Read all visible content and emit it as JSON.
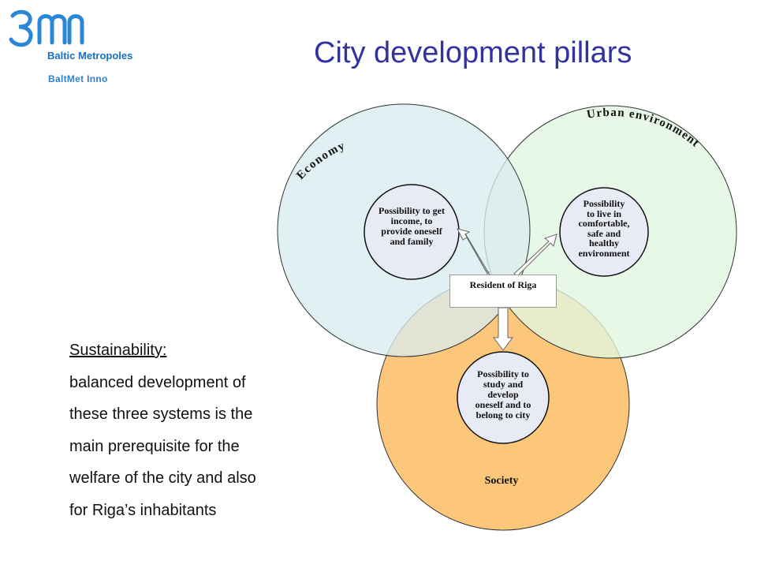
{
  "logo": {
    "brand_name": "Baltic Metropoles",
    "subtitle": "BaltMet Inno"
  },
  "title": "City development pillars",
  "side_text": {
    "heading": "Sustainability:",
    "lines": [
      "balanced development of",
      "these three systems is the",
      "main prerequisite for the",
      "welfare of the city and also",
      "for Riga’s inhabitants"
    ]
  },
  "diagram": {
    "pillars": [
      {
        "label": "Economy",
        "color": "#d8ecee",
        "node_lines": [
          "Possibility to get",
          "income, to",
          "provide oneself",
          "and family"
        ]
      },
      {
        "label": "Urban environment",
        "color": "#e0f6e0",
        "node_lines": [
          "Possibility",
          "to live in",
          "comfortable,",
          "safe and",
          "healthy",
          "environment"
        ]
      },
      {
        "label": "Society",
        "color": "#fcc77a",
        "node_lines": [
          "Possibility to",
          "study and",
          "develop",
          "oneself and to",
          "belong to city"
        ]
      }
    ],
    "center_label": "Resident of Riga",
    "node_fill": "#e8eaf6"
  }
}
